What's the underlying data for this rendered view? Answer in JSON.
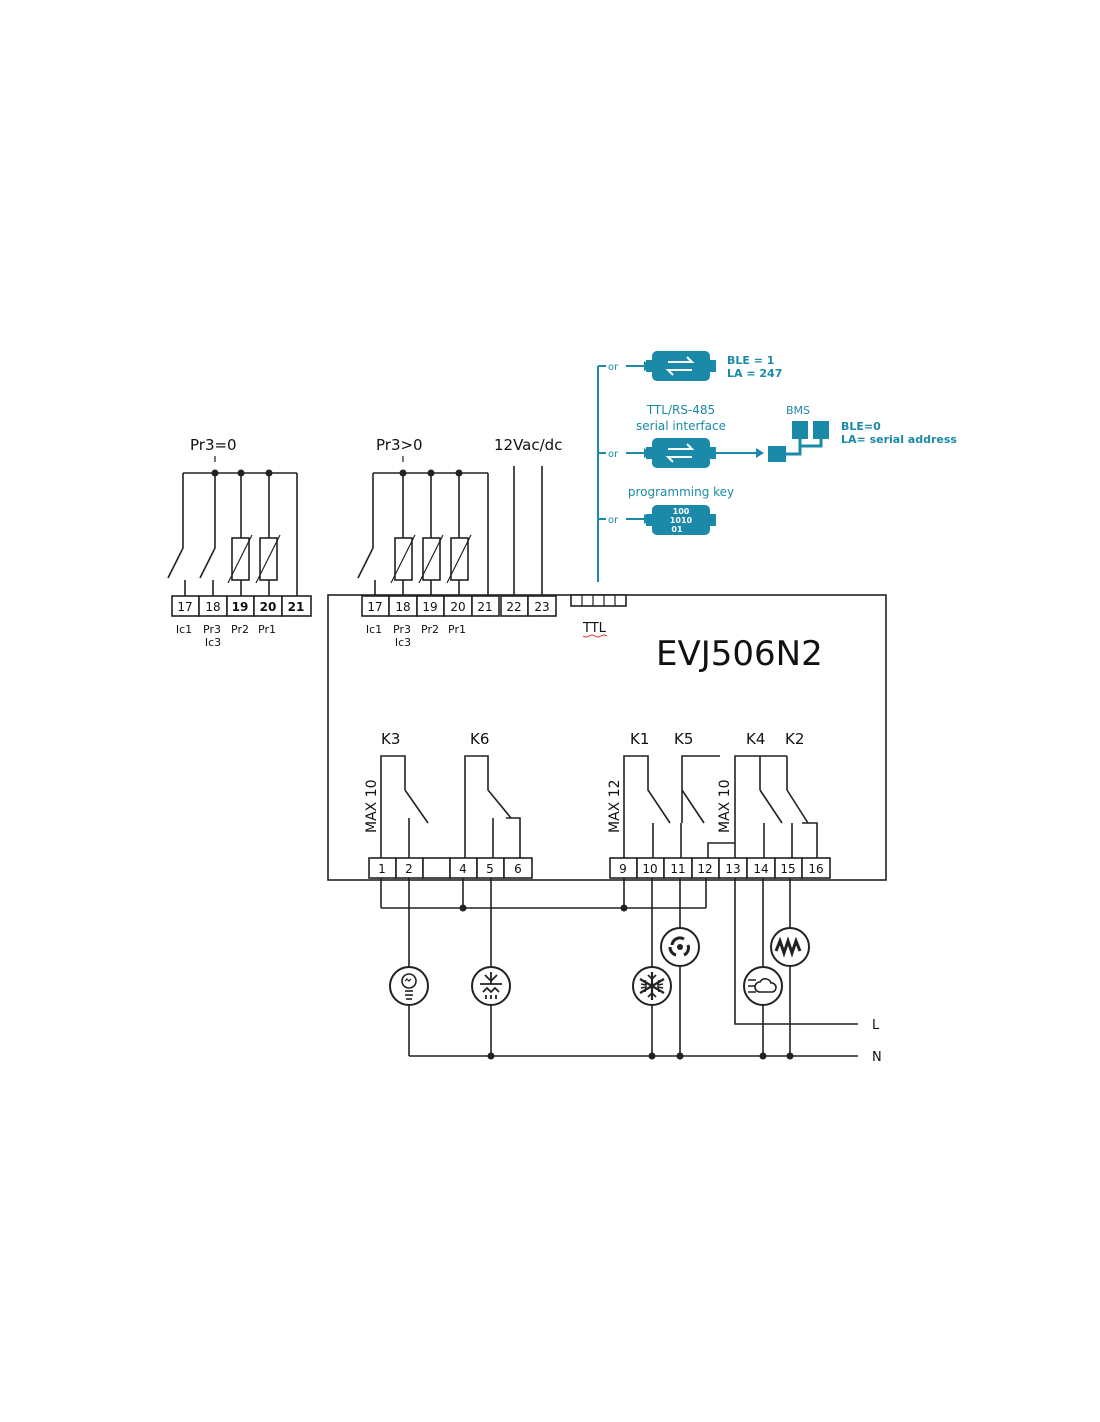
{
  "left_block": {
    "title": "Pr3=0",
    "terminals": [
      "17",
      "18",
      "19",
      "20",
      "21"
    ],
    "labels": [
      "Ic1",
      "Pr3",
      "Pr2",
      "Pr1"
    ],
    "sublabel": "Ic3"
  },
  "mid_block": {
    "title": "Pr3>0",
    "supply": "12Vac/dc",
    "terminals": [
      "17",
      "18",
      "19",
      "20",
      "21",
      "22",
      "23"
    ],
    "labels": [
      "Ic1",
      "Pr3",
      "Pr2",
      "Pr1"
    ],
    "sublabel": "Ic3"
  },
  "ttl": {
    "label": "TTL"
  },
  "model": "EVJ506N2",
  "options": {
    "or": "or",
    "ble": {
      "line1": "BLE =   1",
      "line2": "LA   =   247"
    },
    "serial": {
      "line1": "TTL/RS-485",
      "line2": "serial interface"
    },
    "bms": {
      "label": "BMS",
      "line1": "BLE=0",
      "line2": "LA= serial address"
    },
    "progkey": {
      "label": "programming key",
      "bits1": "100",
      "bits2": "1010",
      "bits3": "01"
    }
  },
  "relays": {
    "k3": "K3",
    "k6": "K6",
    "k1": "K1",
    "k5": "K5",
    "k4": "K4",
    "k2": "K2",
    "max10a": "MAX 10",
    "max12": "MAX 12",
    "max10b": "MAX 10"
  },
  "bottom_terminals": [
    "1",
    "2",
    "",
    "4",
    "5",
    "6",
    "9",
    "10",
    "11",
    "12",
    "13",
    "14",
    "15",
    "16"
  ],
  "mains": {
    "l": "L",
    "n": "N"
  },
  "icons": [
    "light-bulb-icon",
    "defrost-icon",
    "evaporator-fan-icon",
    "compressor-snowflake-icon",
    "condenser-fan-icon",
    "heater-icon"
  ],
  "colors": {
    "accent": "#1a8aa8",
    "line": "#222222"
  }
}
